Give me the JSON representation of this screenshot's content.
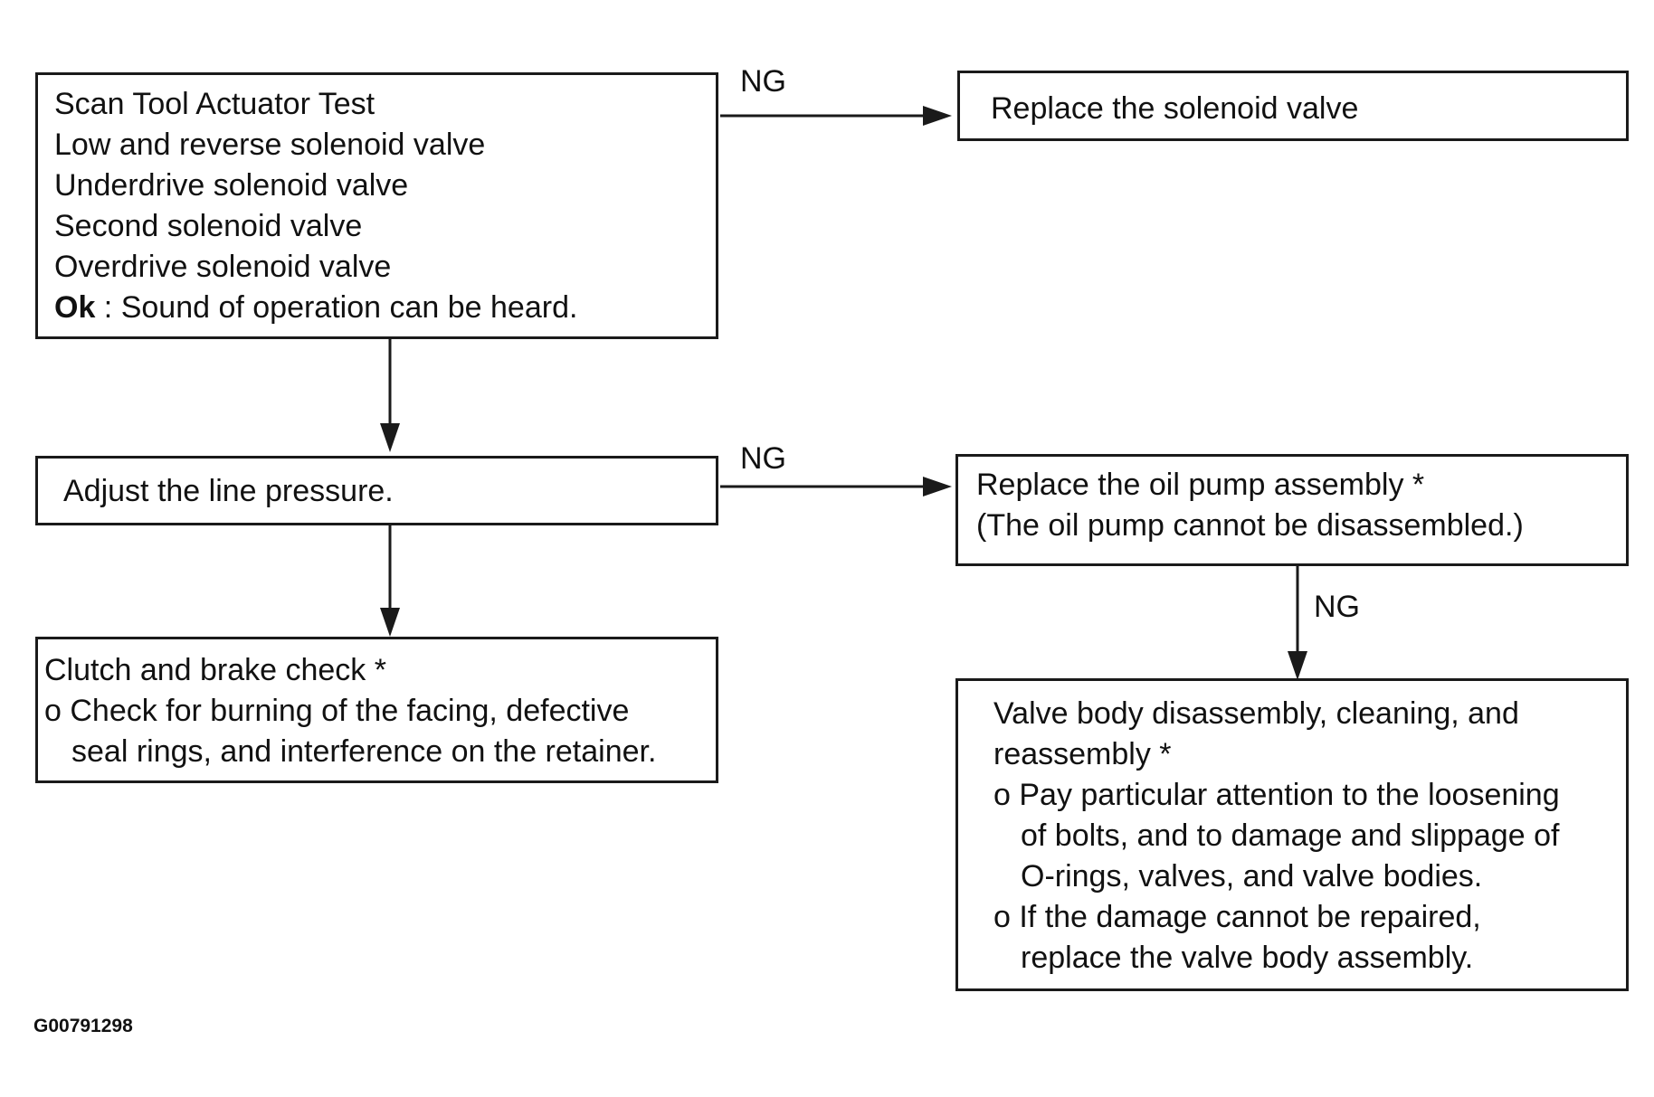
{
  "boxes": {
    "actuator_test": {
      "lines": [
        "Scan Tool Actuator Test",
        "Low and reverse solenoid valve",
        "Underdrive solenoid valve",
        "Second solenoid valve",
        "Overdrive solenoid valve"
      ],
      "ok_label": "Ok",
      "ok_text": " : Sound of operation can be heard."
    },
    "replace_solenoid": {
      "text": "Replace the solenoid valve"
    },
    "adjust_pressure": {
      "text": "Adjust the line pressure."
    },
    "replace_oil_pump": {
      "lines": [
        "Replace the oil pump assembly *",
        "(The oil pump cannot be disassembled.)"
      ]
    },
    "clutch_brake": {
      "lines": [
        "Clutch and brake check *",
        "o Check for burning of the facing, defective",
        "seal rings, and interference on the retainer."
      ]
    },
    "valve_body": {
      "lines": [
        "Valve body disassembly, cleaning, and",
        "reassembly *",
        "o Pay particular attention to the loosening",
        "of bolts, and to damage and slippage of",
        "O-rings, valves, and valve bodies.",
        "o If the damage cannot be repaired,",
        "replace the valve body assembly."
      ]
    }
  },
  "labels": {
    "ng_1": "NG",
    "ng_2": "NG",
    "ng_3": "NG"
  },
  "figure_id": "G00791298"
}
